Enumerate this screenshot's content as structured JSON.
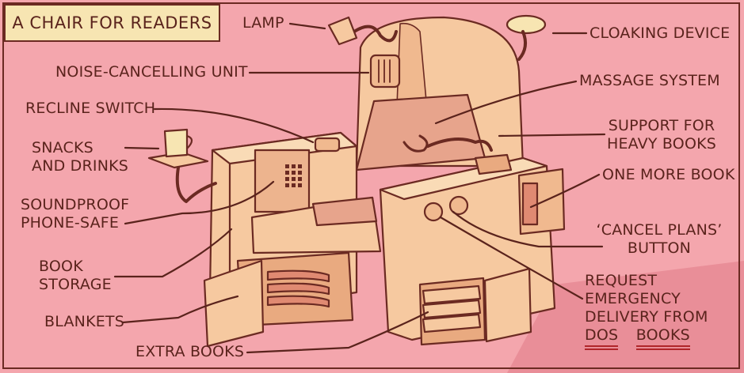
{
  "title": "A CHAIR FOR READERS",
  "labels": {
    "lamp": "LAMP",
    "noise": "NOISE-CANCELLING UNIT",
    "recline": "RECLINE SWITCH",
    "snacks_1": "SNACKS",
    "snacks_2": "AND DRINKS",
    "phone_1": "SOUNDPROOF",
    "phone_2": "PHONE-SAFE",
    "storage_1": "BOOK",
    "storage_2": "STORAGE",
    "blankets": "BLANKETS",
    "extra": "EXTRA BOOKS",
    "cloaking": "CLOAKING DEVICE",
    "massage": "MASSAGE SYSTEM",
    "support_1": "SUPPORT FOR",
    "support_2": "HEAVY BOOKS",
    "onemore": "ONE MORE BOOK",
    "cancel_1": "‘CANCEL PLANS’",
    "cancel_2": "BUTTON",
    "request_1": "REQUEST",
    "request_2": "EMERGENCY",
    "request_3": "DELIVERY FROM",
    "request_4a": "DOS",
    "request_4b": "BOOKS"
  },
  "colors": {
    "background": "#f4a6ad",
    "ink": "#5a231c",
    "cream": "#f7e5b2",
    "chair": "#f6c9a0",
    "chair_shade": "#e9aa80",
    "underline": "#b0262a"
  }
}
